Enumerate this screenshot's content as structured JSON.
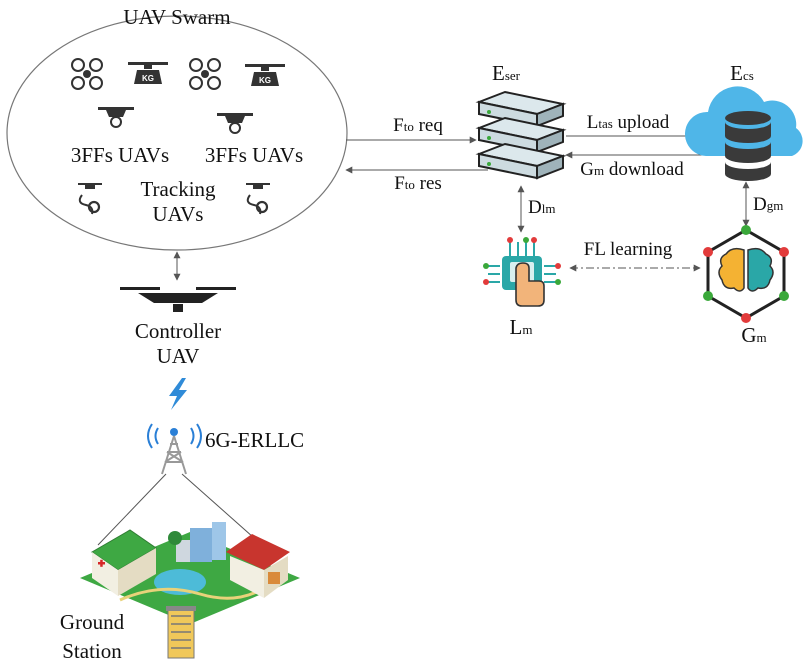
{
  "swarm": {
    "title": "UAV Swarm",
    "ff_label_left": "3FFs UAVs",
    "ff_label_right": "3FFs UAVs",
    "tracking_line1": "Tracking",
    "tracking_line2": "UAVs",
    "kg_text": "KG"
  },
  "controller": {
    "line1": "Controller",
    "line2": "UAV"
  },
  "network": {
    "label": "6G-ERLLC"
  },
  "ground": {
    "line1": "Ground",
    "line2": "Station"
  },
  "eser": {
    "main": "E",
    "sub": "ser"
  },
  "ecs": {
    "main": "E",
    "sub": "cs"
  },
  "links": {
    "fto_req": {
      "main": "F",
      "sub": "to",
      "rest": " req"
    },
    "fto_res": {
      "main": "F",
      "sub": "to",
      "rest": " res"
    },
    "ltas": {
      "main": "L",
      "sub": "tas",
      "rest": " upload"
    },
    "gm_download": {
      "main": "G",
      "sub": "m",
      "rest": " download"
    },
    "dlm": {
      "main": "D",
      "sub": "lm"
    },
    "dgm": {
      "main": "D",
      "sub": "gm"
    },
    "fl": {
      "label": "FL learning"
    }
  },
  "lm": {
    "main": "L",
    "sub": "m"
  },
  "gm": {
    "main": "G",
    "sub": "m"
  },
  "colors": {
    "server": "#dce8ec",
    "cloud": "#4fb6e8",
    "database": "#3a3a3a",
    "brain_left": "#f4b233",
    "brain_right": "#2aa7a7",
    "node_green": "#3aa83a",
    "node_red": "#e23b3b",
    "tower_blue": "#2a7fd6",
    "bolt": "#2f8bd8",
    "house_green": "#3ea843",
    "house_red": "#c8352e",
    "pond": "#4dbbd8"
  }
}
